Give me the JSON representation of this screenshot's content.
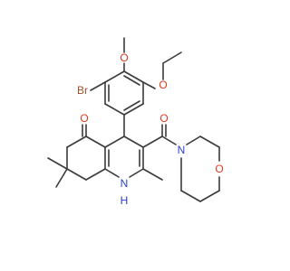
{
  "molecule": {
    "atom_labels": {
      "bromine": "Br",
      "methoxy_oxygen": "O",
      "ethoxy_oxygen": "O",
      "ketone_oxygen": "O",
      "amide_oxygen": "O",
      "morpholine_nitrogen": "N",
      "morpholine_oxygen": "O",
      "ring_nh": "NH",
      "ring_nh_n": "N",
      "ring_nh_h": "H"
    },
    "colors": {
      "bond": "#3a3a3a",
      "oxygen": "#e03a1e",
      "nitrogen": "#2b3ed6",
      "bromine": "#a0522d"
    }
  }
}
